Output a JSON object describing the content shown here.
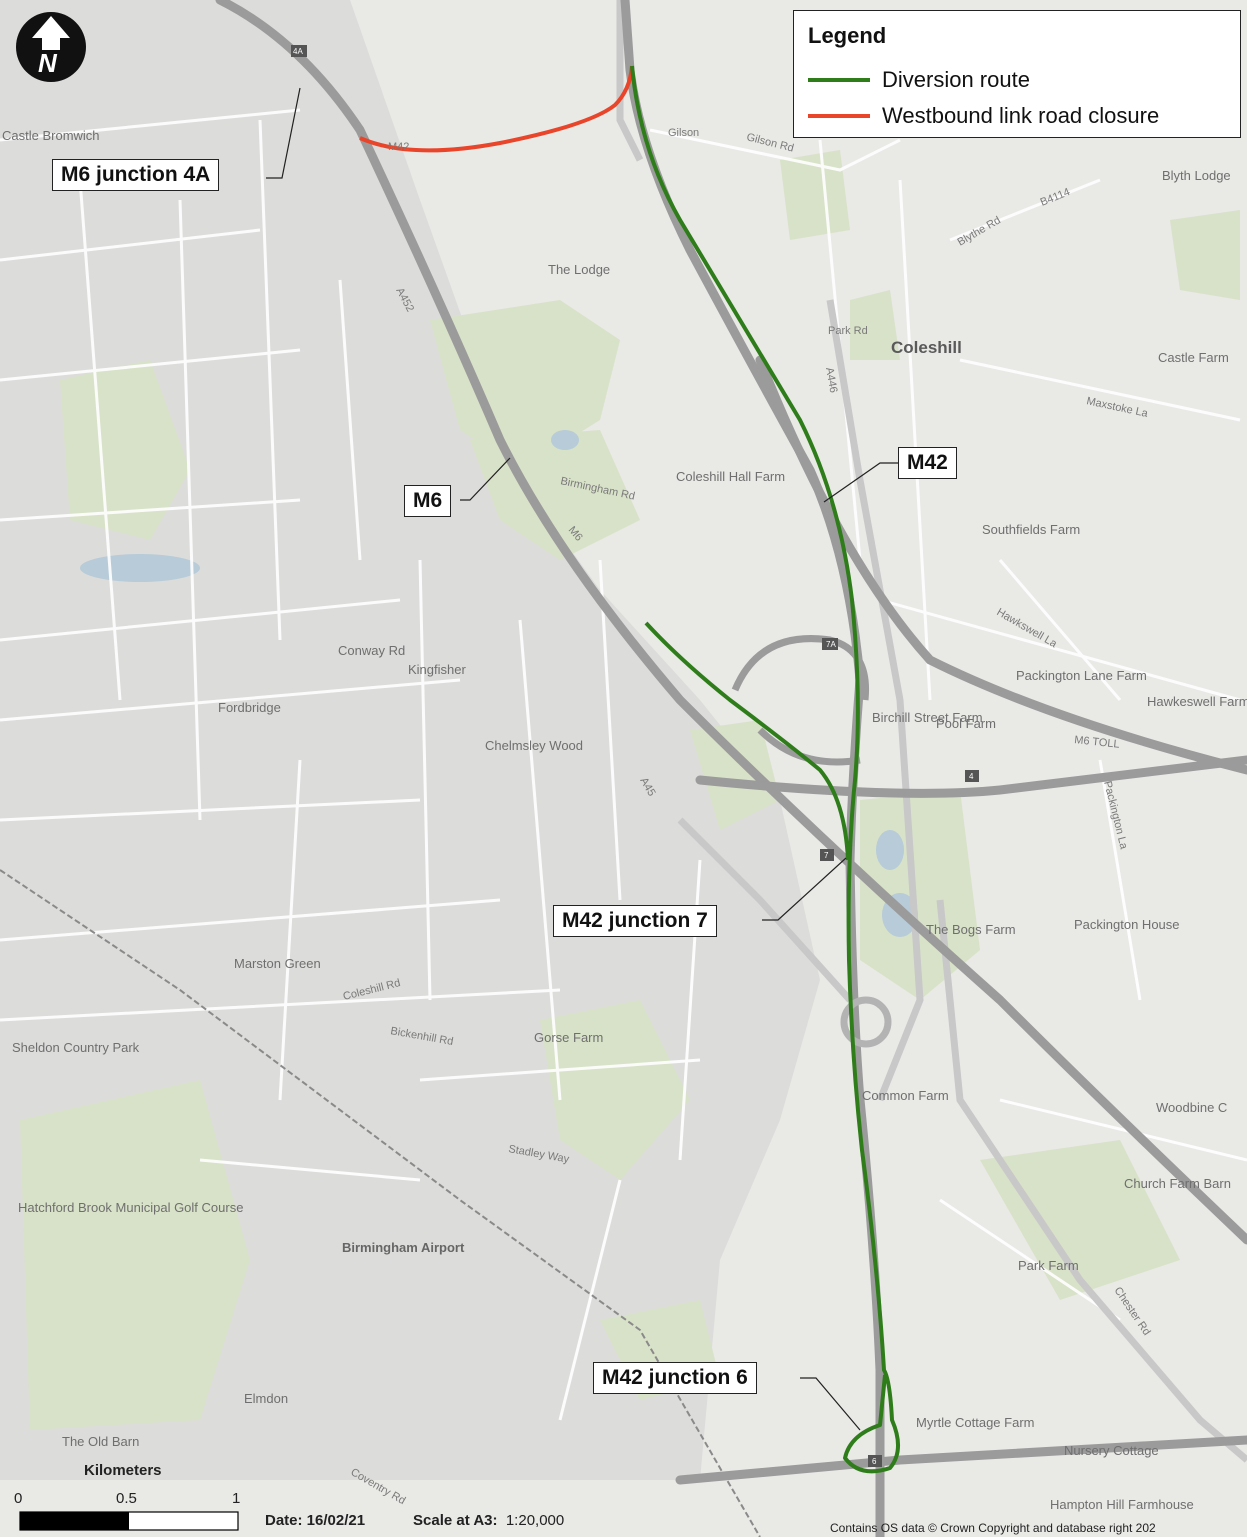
{
  "legend": {
    "title": "Legend",
    "items": [
      {
        "label": "Diversion route",
        "color": "#2e7d1a"
      },
      {
        "label": "Westbound link road closure",
        "color": "#e8452b"
      }
    ]
  },
  "callouts": {
    "m6_j4a": "M6 junction 4A",
    "m6": "M6",
    "m42": "M42",
    "m42_j7": "M42 junction 7",
    "m42_j6": "M42 junction 6"
  },
  "places": {
    "coleshill": "Coleshill",
    "castle_bromwich": "Castle Bromwich",
    "the_lodge": "The Lodge",
    "coleshill_hall_farm": "Coleshill Hall Farm",
    "fordbridge": "Fordbridge",
    "chelmsley_wood": "Chelmsley Wood",
    "kingfisher": "Kingfisher",
    "conway_rd": "Conway Rd",
    "marston_green": "Marston Green",
    "birmingham_airport": "Birmingham Airport",
    "elmdon": "Elmdon",
    "the_bogs_farm": "The Bogs Farm",
    "packington_house": "Packington House",
    "packington_lane_farm": "Packington Lane Farm",
    "common_farm": "Common Farm",
    "park_farm": "Park Farm",
    "southfields_farm": "Southfields Farm",
    "hawkeswell_farm": "Hawkeswell Farm",
    "castle_farm": "Castle Farm",
    "blyth_lodge": "Blyth Lodge",
    "myrtle_cottage_farm": "Myrtle Cottage Farm",
    "nursery_cottage": "Nursery Cottage",
    "hampton_hill_farmhouse": "Hampton Hill Farmhouse",
    "church_farm_barn": "Church Farm Barn",
    "woodbine": "Woodbine C",
    "hatchford": "Hatchford Brook Municipal Golf Course",
    "sheldon": "Sheldon Country Park",
    "gorse_farm": "Gorse Farm",
    "pool_farm": "Pool Farm",
    "birchill": "Birchill Street Farm",
    "the_old": "The Old Barn"
  },
  "roads": {
    "m42_top": "M42",
    "a452": "A452",
    "m6": "M6",
    "a446": "A446",
    "a45": "A45",
    "b4114": "B4114",
    "coleshill_rd": "Coleshill Rd",
    "birmingham_rd": "Birmingham Rd",
    "chester_rd": "Chester Rd",
    "gilson": "Gilson",
    "gilson_rd": "Gilson Rd",
    "park_rd": "Park Rd",
    "blythe_rd": "Blythe Rd",
    "maxstoke_la": "Maxstoke La",
    "hawkswell_la": "Hawkswell La",
    "packington_la": "Packington La",
    "m6_toll": "M6 TOLL",
    "coventry_rd": "Coventry Rd",
    "bickenhill_rd": "Bickenhill Rd",
    "stanley_way": "Stadley Way"
  },
  "junction_badges": {
    "j4a": "4A",
    "j7a": "7A",
    "j4": "4",
    "j7": "7",
    "j6": "6"
  },
  "scale_bar": {
    "title": "Kilometers",
    "ticks": [
      "0",
      "0.5",
      "1"
    ]
  },
  "footer": {
    "date_label": "Date: 16/02/21",
    "scale_label": "Scale at A3:",
    "scale_value": "1:20,000",
    "copyright": "Contains OS data © Crown Copyright and database right 202"
  },
  "colors": {
    "diversion": "#2e7d1a",
    "closure": "#e8452b",
    "motorway": "#9a9a9a",
    "land": "#e7e7e3",
    "green": "#d9e4c9",
    "water": "#b9cedb"
  }
}
